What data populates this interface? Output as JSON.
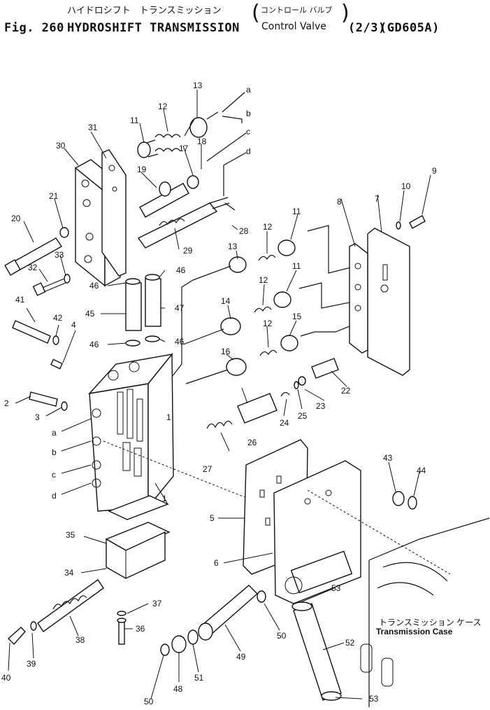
{
  "header": {
    "jp_main": "ハイドロシフト　トランスミッション",
    "jp_sub": "コントロール バルブ",
    "fig_label": "Fig. 260",
    "title": "HYDROSHIFT TRANSMISSION",
    "subtitle": "Control Valve",
    "sheet": "(2/3)",
    "model": "(GD605A)"
  },
  "case_label": {
    "jp": "トランスミッション ケース",
    "en": "Transmission Case"
  },
  "callouts": [
    "1",
    "2",
    "3",
    "4",
    "5",
    "6",
    "7",
    "8",
    "9",
    "10",
    "11",
    "11",
    "11",
    "12",
    "12",
    "12",
    "12",
    "13",
    "13",
    "14",
    "15",
    "16",
    "17",
    "18",
    "19",
    "20",
    "21",
    "22",
    "23",
    "24",
    "25",
    "26",
    "27",
    "28",
    "29",
    "30",
    "31",
    "32",
    "33",
    "34",
    "35",
    "36",
    "37",
    "38",
    "39",
    "40",
    "41",
    "42",
    "43",
    "44",
    "45",
    "46",
    "46",
    "46",
    "46",
    "47",
    "48",
    "49",
    "50",
    "50",
    "51",
    "52",
    "53",
    "53"
  ],
  "port_letters": [
    "a",
    "b",
    "c",
    "d",
    "a",
    "b",
    "c",
    "d"
  ]
}
